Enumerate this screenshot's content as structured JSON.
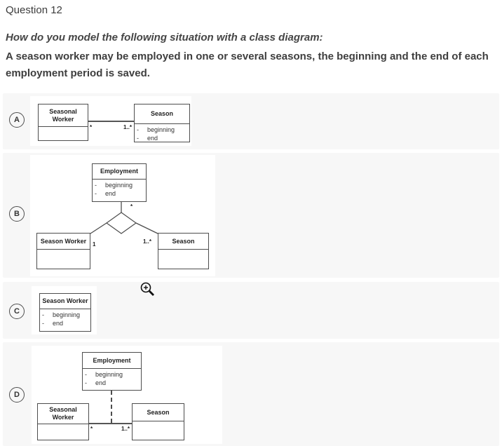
{
  "header": {
    "title": "Question 12",
    "question_italic": "How do you model the following situation with a class diagram:",
    "question_bold": "A season worker may be employed in one or several seasons, the beginning and the end of each employment period is saved."
  },
  "uml": {
    "attr_marker": "-"
  },
  "options": {
    "a": {
      "letter": "A",
      "worker_title_line1": "Seasonal",
      "worker_title_line2": "Worker",
      "season_title": "Season",
      "season_attr1": "beginning",
      "season_attr2": "end",
      "mult_worker": "*",
      "mult_season": "1..*"
    },
    "b": {
      "letter": "B",
      "employment_title": "Employment",
      "employment_attr1": "beginning",
      "employment_attr2": "end",
      "mult_employment": "*",
      "worker_title": "Season Worker",
      "mult_worker": "1",
      "season_title": "Season",
      "mult_season": "1..*"
    },
    "c": {
      "letter": "C",
      "worker_title": "Season Worker",
      "worker_attr1": "beginning",
      "worker_attr2": "end"
    },
    "d": {
      "letter": "D",
      "employment_title": "Employment",
      "employment_attr1": "beginning",
      "employment_attr2": "end",
      "worker_title_line1": "Seasonal",
      "worker_title_line2": "Worker",
      "season_title": "Season",
      "mult_worker": "*",
      "mult_season": "1..*"
    }
  },
  "colors": {
    "band_bg": "#f7f7f7",
    "text": "#3e3e3e",
    "diagram_line": "#4d4d4d"
  }
}
